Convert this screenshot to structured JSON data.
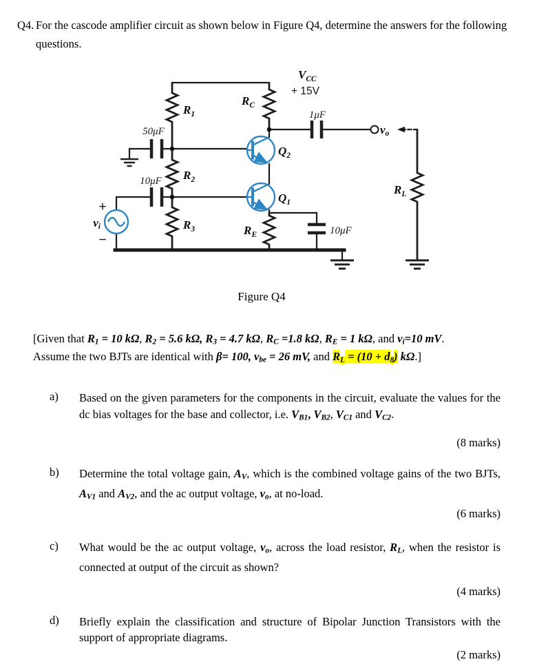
{
  "header": {
    "number": "Q4.",
    "text": "For the cascode amplifier circuit as shown below in Figure Q4, determine the answers for the following questions."
  },
  "figure": {
    "caption": "Figure Q4",
    "labels": {
      "vcc": {
        "main": "V",
        "sub": "CC"
      },
      "vcc_value": "+ 15V",
      "r1": {
        "main": "R",
        "sub": "1"
      },
      "r2": {
        "main": "R",
        "sub": "2"
      },
      "r3": {
        "main": "R",
        "sub": "3"
      },
      "rc": {
        "main": "R",
        "sub": "C"
      },
      "re": {
        "main": "R",
        "sub": "E"
      },
      "rl": {
        "main": "R",
        "sub": "L"
      },
      "q1": {
        "main": "Q",
        "sub": "1"
      },
      "q2": {
        "main": "Q",
        "sub": "2"
      },
      "vi": {
        "main": "v",
        "sub": "i"
      },
      "vo": {
        "main": "v",
        "sub": "o"
      },
      "cap_input": "50μF",
      "cap_mid": "10μF",
      "cap_out": "1μF",
      "cap_bypass": "10μF",
      "plus": "+",
      "minus": "−"
    }
  },
  "given": {
    "line1_runs": [
      {
        "t": "[Given that "
      },
      {
        "t": "R",
        "s": "bi"
      },
      {
        "t": "1",
        "s": "bis"
      },
      {
        "t": " = 10 kΩ",
        "s": "bi"
      },
      {
        "t": ", "
      },
      {
        "t": "R",
        "s": "bi"
      },
      {
        "t": "2",
        "s": "bis"
      },
      {
        "t": " = 5.6 kΩ,",
        "s": "bi"
      },
      {
        "t": " "
      },
      {
        "t": "R",
        "s": "bi"
      },
      {
        "t": "3",
        "s": "bis"
      },
      {
        "t": " = 4.7 kΩ",
        "s": "bi"
      },
      {
        "t": ", "
      },
      {
        "t": "R",
        "s": "bi"
      },
      {
        "t": "C",
        "s": "bis"
      },
      {
        "t": " =1.8 kΩ",
        "s": "bi"
      },
      {
        "t": ", "
      },
      {
        "t": "R",
        "s": "bi"
      },
      {
        "t": "E",
        "s": "bis"
      },
      {
        "t": " = 1 kΩ",
        "s": "bi"
      },
      {
        "t": ", and "
      },
      {
        "t": "v",
        "s": "bi"
      },
      {
        "t": "i",
        "s": "bis"
      },
      {
        "t": "=10 mV",
        "s": "bi"
      },
      {
        "t": "."
      }
    ],
    "line2_runs": [
      {
        "t": "Assume the two BJTs are identical with "
      },
      {
        "t": "β",
        "s": "bi"
      },
      {
        "t": "= 100, ",
        "s": "bi"
      },
      {
        "t": "v",
        "s": "bi"
      },
      {
        "t": "be",
        "s": "bis"
      },
      {
        "t": " = 26 mV,",
        "s": "bi"
      },
      {
        "t": " and "
      },
      {
        "t": "R",
        "s": "bih"
      },
      {
        "t": "L",
        "s": "bish"
      },
      {
        "t": " = (10 + d",
        "s": "bih"
      },
      {
        "t": "8",
        "s": "bish"
      },
      {
        "t": ")",
        "s": "bih"
      },
      {
        "t": " kΩ",
        "s": "bi"
      },
      {
        "t": ".]"
      }
    ]
  },
  "questions": [
    {
      "label": "a)",
      "runs": [
        {
          "t": "Based on the given parameters for the components in the circuit, evaluate the values for the dc bias voltages for the base and collector, i.e. "
        },
        {
          "t": "V",
          "s": "bi"
        },
        {
          "t": "B1",
          "s": "bis"
        },
        {
          "t": ", ",
          "s": "b"
        },
        {
          "t": "V",
          "s": "bi"
        },
        {
          "t": "B2",
          "s": "bis"
        },
        {
          "t": ", "
        },
        {
          "t": "V",
          "s": "bi"
        },
        {
          "t": "C1",
          "s": "bis"
        },
        {
          "t": " and "
        },
        {
          "t": "V",
          "s": "bi"
        },
        {
          "t": "C2",
          "s": "bis"
        },
        {
          "t": "."
        }
      ],
      "marks": "(8 marks)"
    },
    {
      "label": "b)",
      "runs": [
        {
          "t": "Determine the total voltage gain, "
        },
        {
          "t": "A",
          "s": "bi"
        },
        {
          "t": "V",
          "s": "bis"
        },
        {
          "t": ", which is the combined voltage gains of the two BJTs, "
        },
        {
          "t": "A",
          "s": "bi"
        },
        {
          "t": "V1",
          "s": "bis"
        },
        {
          "t": " and "
        },
        {
          "t": "A",
          "s": "bi"
        },
        {
          "t": "V2",
          "s": "bis"
        },
        {
          "t": ", and the ac output voltage, "
        },
        {
          "t": "v",
          "s": "bi"
        },
        {
          "t": "o",
          "s": "bis"
        },
        {
          "t": ", at no-load."
        }
      ],
      "marks": "(6 marks)"
    },
    {
      "label": "c)",
      "runs": [
        {
          "t": "What would be the ac output voltage, "
        },
        {
          "t": "v",
          "s": "bi"
        },
        {
          "t": "o",
          "s": "bis"
        },
        {
          "t": ", across the load resistor, "
        },
        {
          "t": "R",
          "s": "bi"
        },
        {
          "t": "L",
          "s": "bis"
        },
        {
          "t": ", when the resistor is connected at output of the circuit as shown?"
        }
      ],
      "marks": "(4 marks)"
    },
    {
      "label": "d)",
      "runs": [
        {
          "t": "Briefly explain the classification and structure of Bipolar Junction Transistors with the support of appropriate diagrams."
        }
      ],
      "marks": "(2 marks)"
    }
  ]
}
